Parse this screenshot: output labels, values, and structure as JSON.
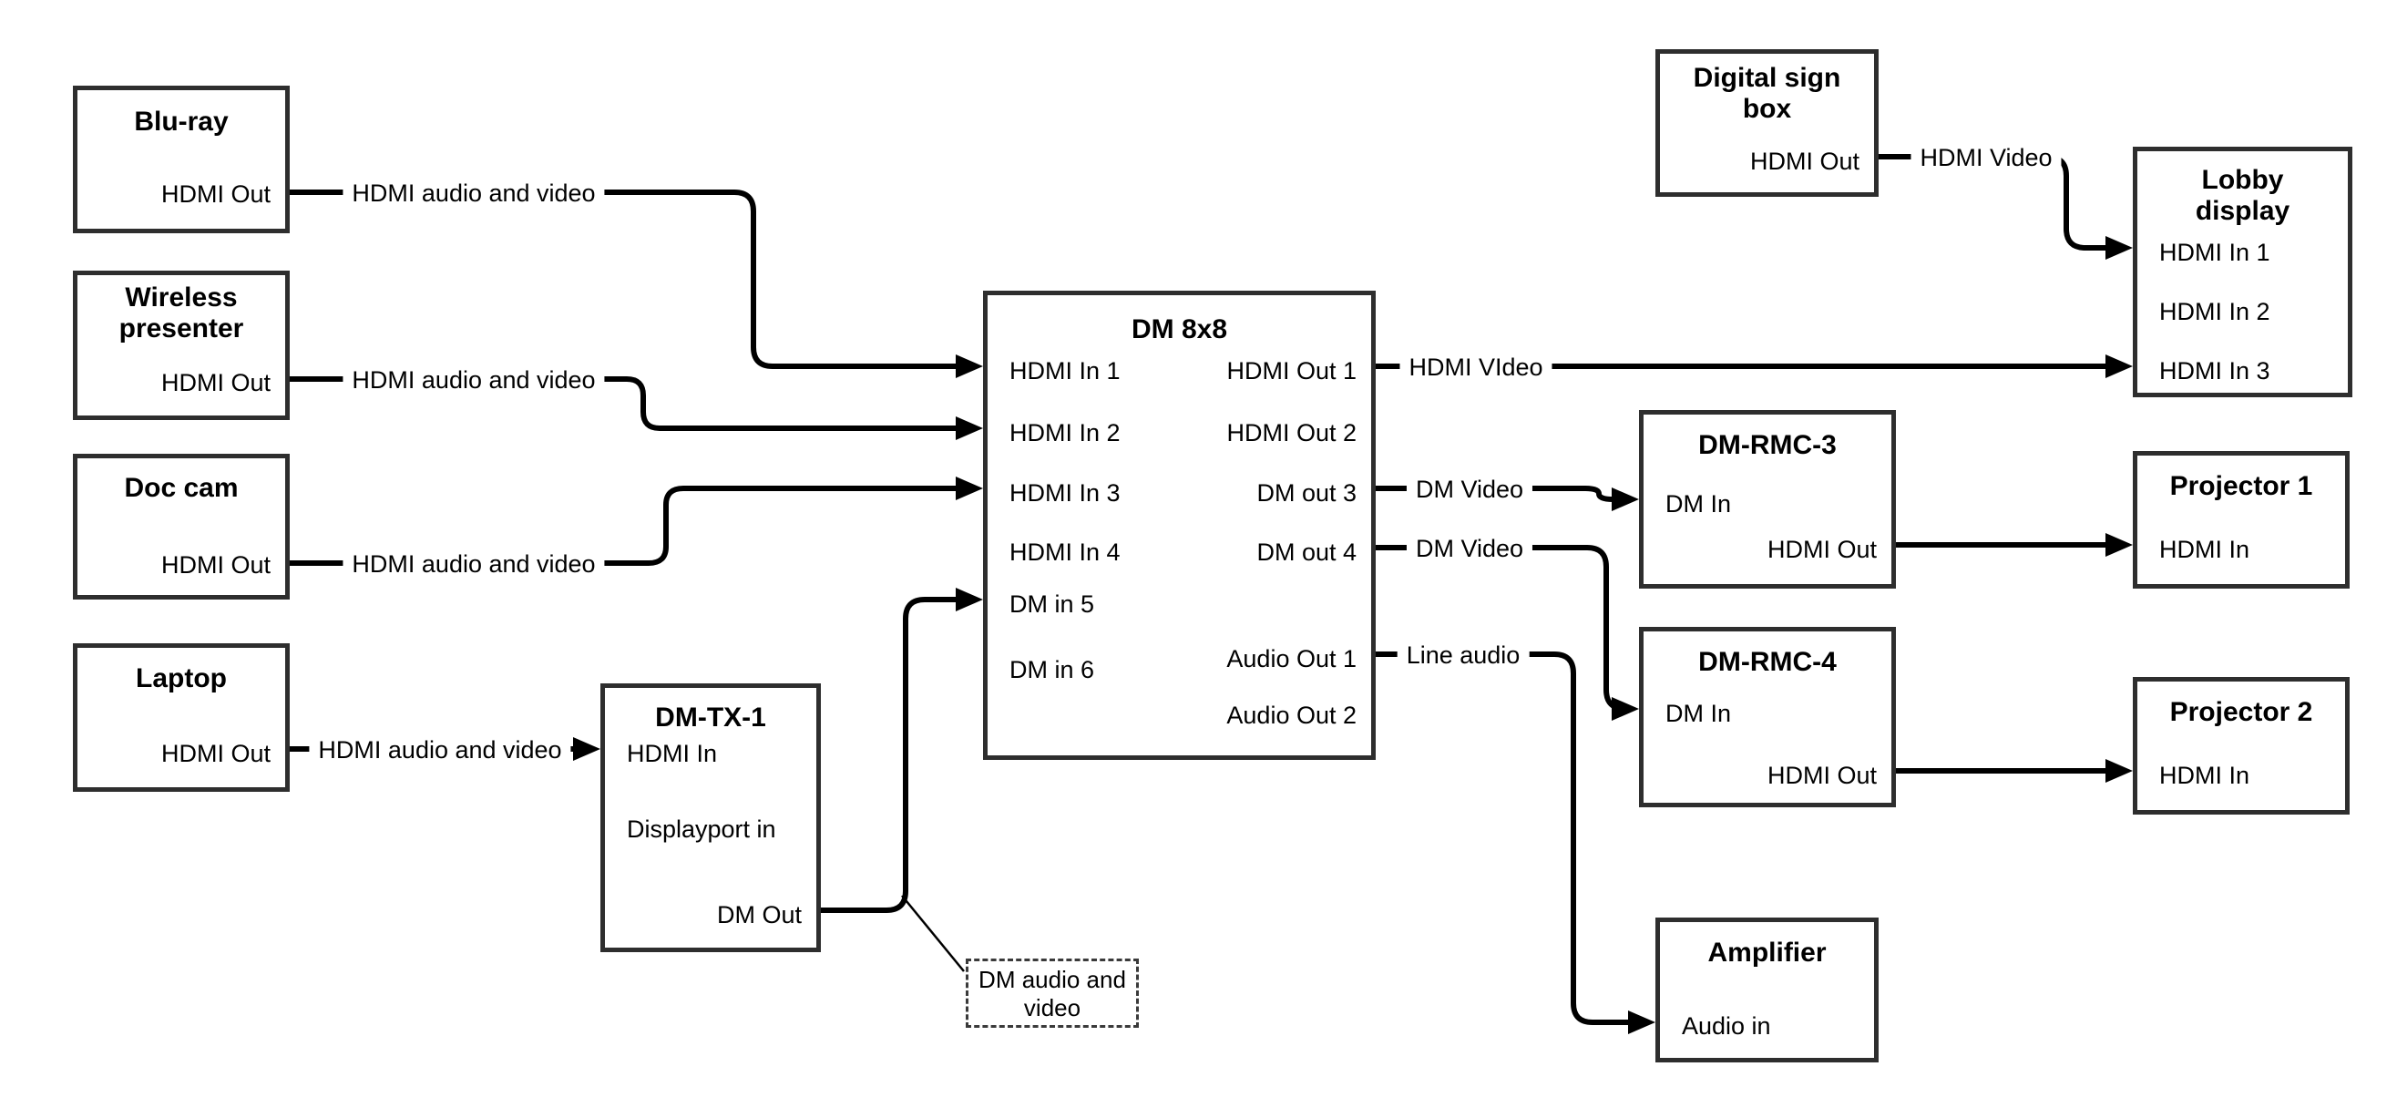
{
  "nodes": {
    "blu_ray": {
      "title": "Blu-ray",
      "port_out": "HDMI Out"
    },
    "wireless_presenter": {
      "title": "Wireless presenter",
      "port_out": "HDMI Out"
    },
    "doc_cam": {
      "title": "Doc cam",
      "port_out": "HDMI Out"
    },
    "laptop": {
      "title": "Laptop",
      "port_out": "HDMI Out"
    },
    "dm_tx_1": {
      "title": "DM-TX-1",
      "port_in_1": "HDMI In",
      "port_in_2": "Displayport in",
      "port_out": "DM Out"
    },
    "dm_8x8": {
      "title": "DM 8x8",
      "inputs": [
        "HDMI In 1",
        "HDMI In 2",
        "HDMI In 3",
        "HDMI In 4",
        "DM in 5",
        "DM in 6"
      ],
      "outputs": [
        "HDMI Out 1",
        "HDMI Out 2",
        "DM out 3",
        "DM out 4",
        "Audio Out 1",
        "Audio Out 2"
      ]
    },
    "digital_sign_box": {
      "title": "Digital sign box",
      "port_out": "HDMI Out"
    },
    "lobby_display": {
      "title": "Lobby display",
      "inputs": [
        "HDMI In 1",
        "HDMI In 2",
        "HDMI In 3"
      ]
    },
    "dm_rmc_3": {
      "title": "DM-RMC-3",
      "port_in": "DM In",
      "port_out": "HDMI Out"
    },
    "projector_1": {
      "title": "Projector 1",
      "port_in": "HDMI In"
    },
    "dm_rmc_4": {
      "title": "DM-RMC-4",
      "port_in": "DM In",
      "port_out": "HDMI Out"
    },
    "projector_2": {
      "title": "Projector 2",
      "port_in": "HDMI In"
    },
    "amplifier": {
      "title": "Amplifier",
      "port_in": "Audio in"
    }
  },
  "wire_labels": {
    "blu_ray_to_dm8x8": "HDMI audio and video",
    "wireless_to_dm8x8": "HDMI audio and video",
    "doc_cam_to_dm8x8": "HDMI audio and video",
    "laptop_to_dm_tx_1": "HDMI audio and video",
    "sign_box_to_lobby": "HDMI Video",
    "hdmi_out_1_to_lobby": "HDMI VIdeo",
    "dm_out_3_to_rmc3": "DM Video",
    "dm_out_4_to_rmc4": "DM Video",
    "audio_out_1_to_amplifier": "Line audio",
    "dm_callout": "DM audio and video"
  },
  "colors": {
    "wire": "#000000",
    "box_border": "#2e2e2e",
    "text": "#000000",
    "background": "#ffffff"
  }
}
